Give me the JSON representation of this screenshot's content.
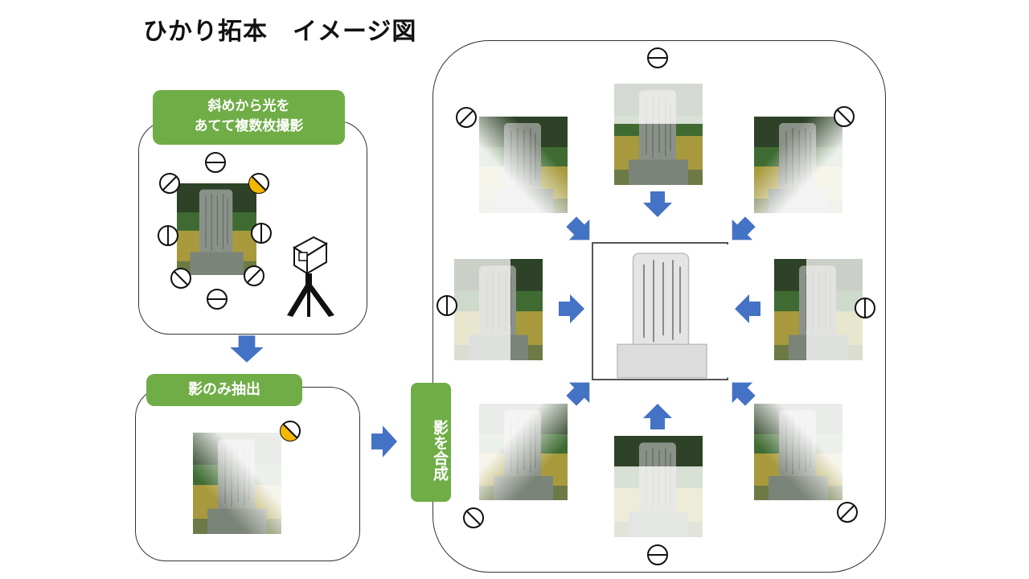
{
  "title": "ひかり拓本　イメージ図",
  "labels": {
    "capture": [
      "斜めから光を",
      "あてて複数枚撮影"
    ],
    "extract": "影のみ抽出",
    "composite": "影を合成"
  },
  "colors": {
    "label_green": "#70ad47",
    "arrow_blue": "#4472c4",
    "lit_lamp": "#f5b800",
    "panel_border": "#333333"
  },
  "icons": [
    "lamp-icon",
    "camera-icon",
    "tripod-icon",
    "stone-monument-icon",
    "down-arrow-icon",
    "right-arrow-icon"
  ]
}
